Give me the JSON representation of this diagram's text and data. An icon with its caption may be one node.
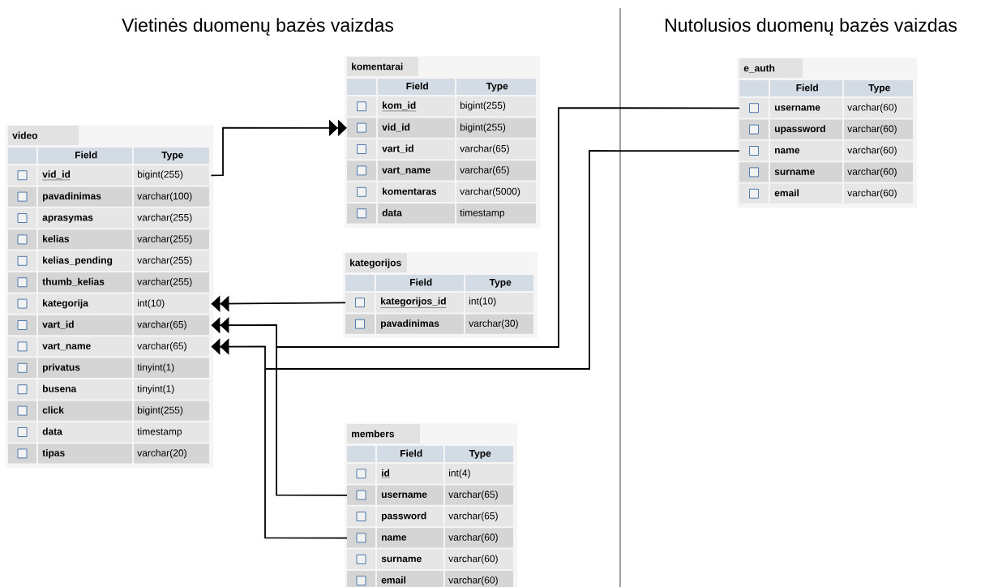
{
  "diagram": {
    "nodes": [
      {
        "text": [
          "video"
        ]
      },
      {
        "text": [
          "Field",
          "Type"
        ],
        "in": 0
      },
      {
        "text": [
          "vid_id",
          "bigint(255)"
        ],
        "in": 0
      },
      {
        "text": [
          "pavadinimas",
          "varchar(100)"
        ],
        "in": 0
      },
      {
        "text": [
          "aprasymas",
          "varchar(255)"
        ],
        "in": 0
      },
      {
        "text": [
          "kelias",
          "varchar(255)"
        ],
        "in": 0
      },
      {
        "text": [
          "kelias_pending",
          "varchar(255)"
        ],
        "in": 0
      },
      {
        "text": [
          "thumb_kelias",
          "varchar(255)"
        ],
        "in": 0
      },
      {
        "text": [
          "kategorija",
          "int(10)"
        ],
        "in": 0
      },
      {
        "text": [
          "vart_id",
          "varchar(65)"
        ],
        "in": 0
      },
      {
        "text": [
          "vart_name",
          "varchar(65)"
        ],
        "in": 0
      },
      {
        "text": [
          "privatus",
          "tinyint(1)"
        ],
        "in": 0
      },
      {
        "text": [
          "busena",
          "tinyint(1)"
        ],
        "in": 0
      },
      {
        "text": [
          "click",
          "bigint(255)"
        ],
        "in": 0
      },
      {
        "text": [
          "data",
          "timestamp"
        ],
        "in": 0
      },
      {
        "text": [
          "tipas",
          "varchar(20)"
        ],
        "in": 0
      },
      {
        "text": [
          "komentarai"
        ]
      },
      {
        "text": [
          "Field",
          "Type"
        ],
        "in": 16
      },
      {
        "text": [
          "kom_id",
          "bigint(255)"
        ],
        "in": 16
      },
      {
        "text": [
          "vid_id",
          "bigint(255)"
        ],
        "in": 16
      },
      {
        "text": [
          "vart_id",
          "varchar(65)"
        ],
        "in": 16
      },
      {
        "text": [
          "vart_name",
          "varchar(65)"
        ],
        "in": 16
      },
      {
        "text": [
          "komentaras",
          "varchar(5000)"
        ],
        "in": 16
      },
      {
        "text": [
          "data",
          "timestamp"
        ],
        "in": 16
      },
      {
        "text": [
          "kategorijos"
        ]
      },
      {
        "text": [
          "Field",
          "Type"
        ],
        "in": 24
      },
      {
        "text": [
          "kategorijos_id",
          "int(10)"
        ],
        "in": 24
      },
      {
        "text": [
          "pavadinimas",
          "varchar(30)"
        ],
        "in": 24
      },
      {
        "text": [
          "members"
        ]
      },
      {
        "text": [
          "Field",
          "Type"
        ],
        "in": 28
      },
      {
        "text": [
          "id",
          "int(4)"
        ],
        "in": 28
      },
      {
        "text": [
          "username",
          "varchar(65)"
        ],
        "in": 28
      },
      {
        "text": [
          "password",
          "varchar(65)"
        ],
        "in": 28
      },
      {
        "text": [
          "name",
          "varchar(60)"
        ],
        "in": 28
      },
      {
        "text": [
          "surname",
          "varchar(60)"
        ],
        "in": 28
      },
      {
        "text": [
          "email",
          "varchar(60)"
        ],
        "in": 28
      },
      {
        "text": [
          "e_auth"
        ]
      },
      {
        "text": [
          "Field",
          "Type"
        ],
        "in": 36
      },
      {
        "text": [
          "username",
          "varchar(60)"
        ],
        "in": 36
      },
      {
        "text": [
          "upassword",
          "varchar(60)"
        ],
        "in": 36
      },
      {
        "text": [
          "name",
          "varchar(60)"
        ],
        "in": 36
      },
      {
        "text": [
          "surname",
          "varchar(60)"
        ],
        "in": 36
      },
      {
        "text": [
          "email",
          "varchar(60)"
        ],
        "in": 36
      }
    ],
    "edges": [
      {
        "from": 2,
        "to": 19,
        "arrow": "to"
      },
      {
        "from": 26,
        "to": 8,
        "arrow": "to"
      },
      {
        "from": 31,
        "to": 9,
        "arrow": "to"
      },
      {
        "from": 33,
        "to": 10,
        "arrow": "to"
      },
      {
        "from": 38,
        "to": 9,
        "arrow": "to"
      },
      {
        "from": 40,
        "to": 10,
        "arrow": "to"
      }
    ],
    "labels": [
      "Vietinės duomenų bazės vaizdas",
      "Nutolusios duomenų bazės vaizdas"
    ]
  }
}
